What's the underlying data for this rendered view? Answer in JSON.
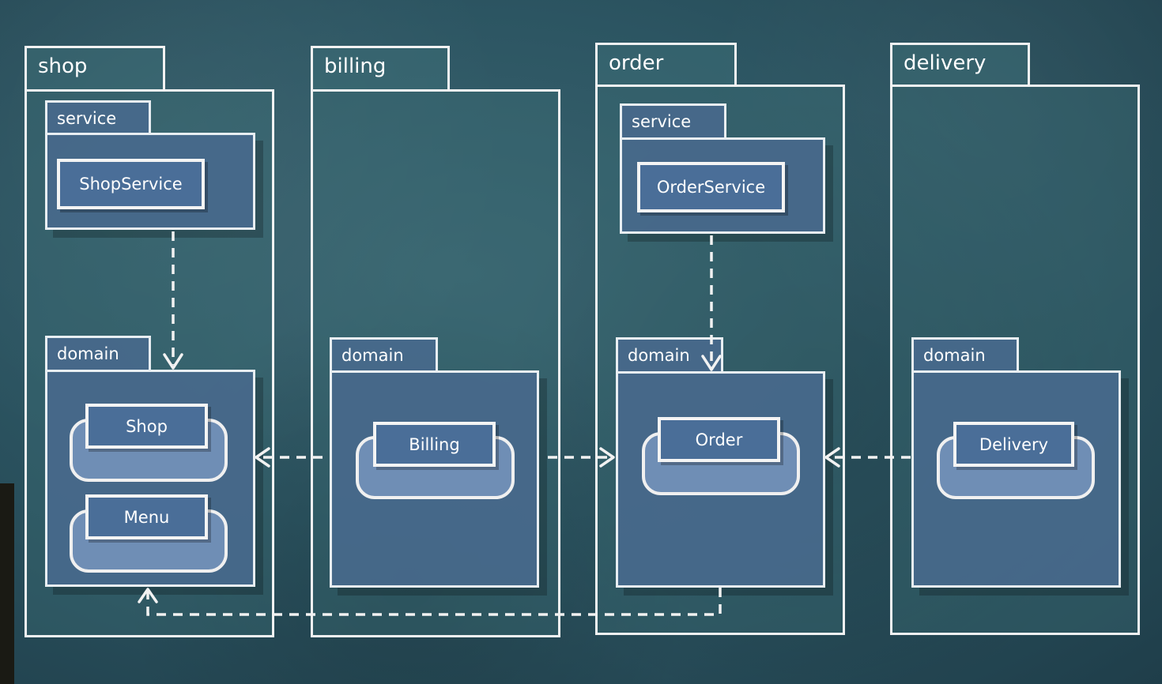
{
  "packages": {
    "shop": {
      "label": "shop",
      "service_label": "service",
      "service_class": "ShopService",
      "domain_label": "domain",
      "entities": [
        "Shop",
        "Menu"
      ]
    },
    "billing": {
      "label": "billing",
      "domain_label": "domain",
      "entities": [
        "Billing"
      ]
    },
    "order": {
      "label": "order",
      "service_label": "service",
      "service_class": "OrderService",
      "domain_label": "domain",
      "entities": [
        "Order"
      ]
    },
    "delivery": {
      "label": "delivery",
      "domain_label": "domain",
      "entities": [
        "Delivery"
      ]
    }
  },
  "colors": {
    "line": "#f2f2f2",
    "subpackage_fill": "#4a6a8d",
    "background": "#2c5562"
  }
}
